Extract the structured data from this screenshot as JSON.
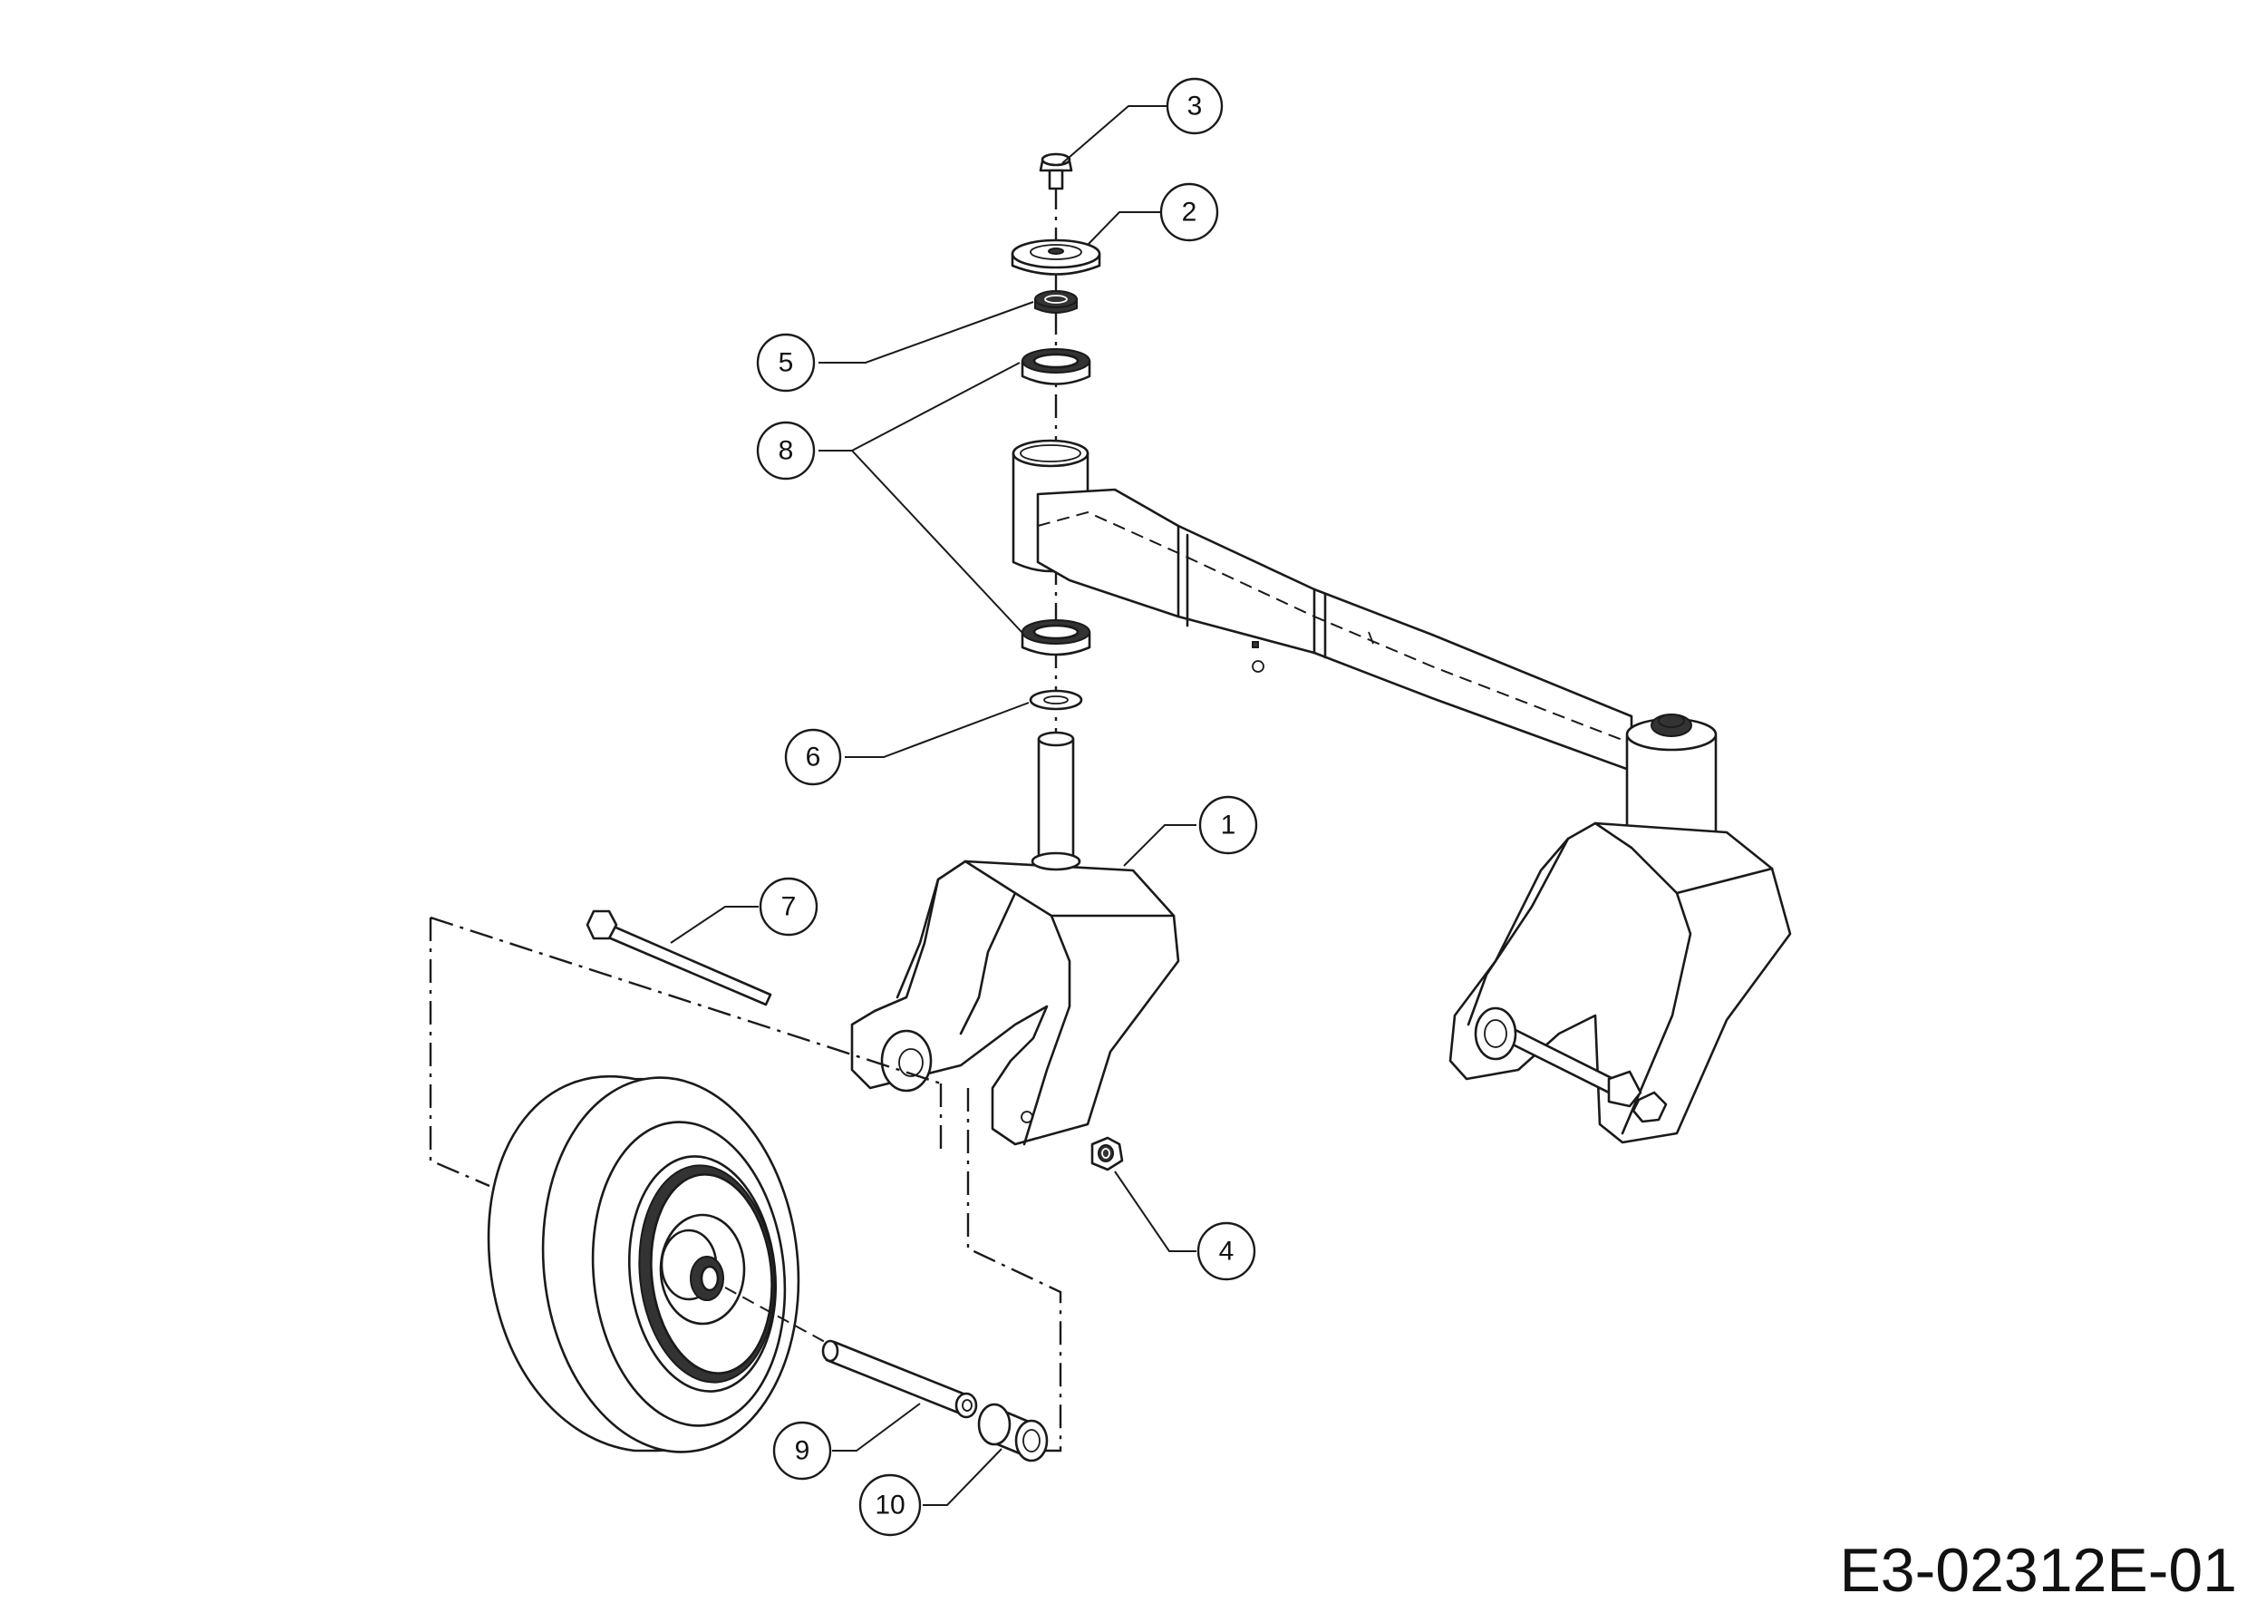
{
  "callouts": {
    "c1": "1",
    "c2": "2",
    "c3": "3",
    "c4": "4",
    "c5": "5",
    "c6": "6",
    "c7": "7",
    "c8": "8",
    "c9": "9",
    "c10": "10"
  },
  "drawing_code": "E3-02312E-01"
}
